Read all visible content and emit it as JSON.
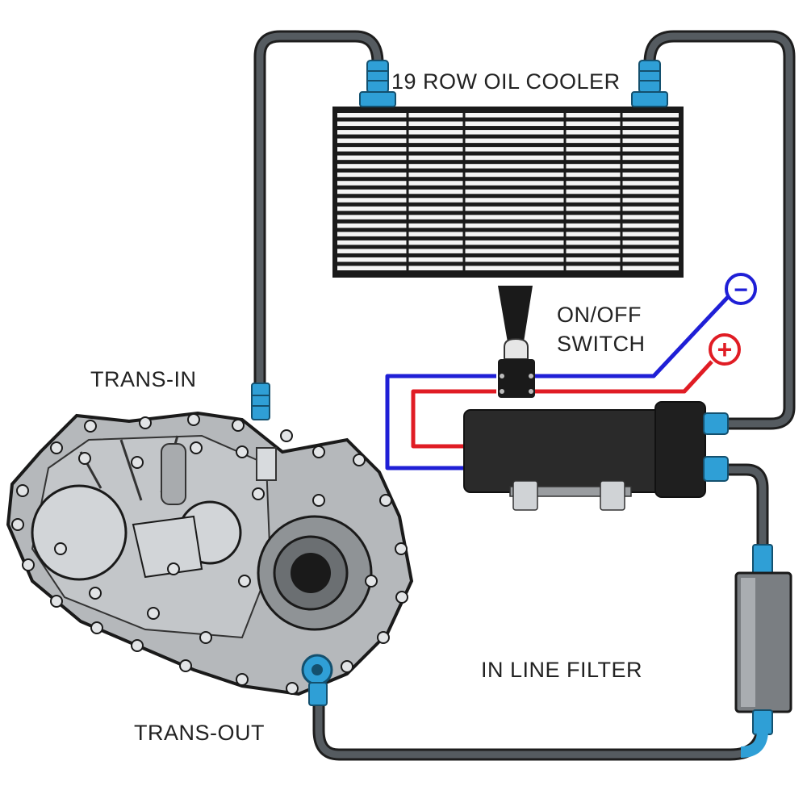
{
  "labels": {
    "cooler": "19 ROW OIL COOLER",
    "switch_line1": "ON/OFF",
    "switch_line2": "SWITCH",
    "trans_in": "TRANS-IN",
    "trans_out": "TRANS-OUT",
    "filter": "IN LINE FILTER"
  },
  "terminals": {
    "negative": "−",
    "positive": "+"
  },
  "colors": {
    "hose": "#555b60",
    "hose_outline": "#1e1e1e",
    "fitting": "#2f9fd6",
    "wire_negative": "#1f1fd6",
    "wire_positive": "#e01c24",
    "metal": "#c9cccf",
    "pump_body": "#2a2a2a"
  }
}
